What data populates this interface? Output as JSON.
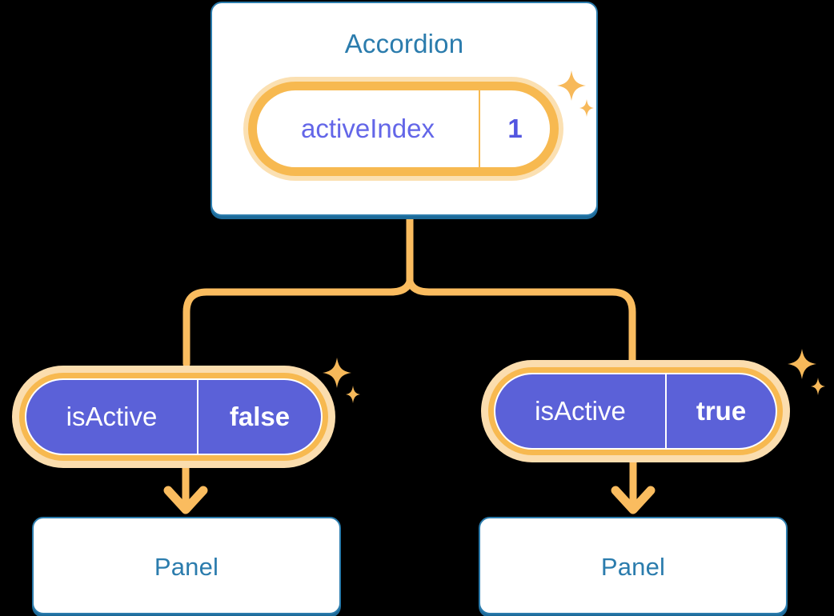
{
  "diagram": {
    "type": "react-component-state-tree",
    "palette": {
      "background": "#000000",
      "card_bg": "#ffffff",
      "card_border": "#2b7cad",
      "card_shadow": "#1d6a99",
      "title_text": "#2b7cad",
      "pill_ring": "#f7b950",
      "pill_halo": "#fbddae",
      "pill_solid_fill": "#5b61d8",
      "pill_key_text_light": "#6366e8",
      "pill_value_text_light": "#5356e0",
      "pill_text_on_solid": "#ffffff",
      "connector": "#fabc5f",
      "sparkle": "#f7b95a"
    },
    "root": {
      "title": "Accordion",
      "state": {
        "key": "activeIndex",
        "value": "1"
      }
    },
    "children": [
      {
        "prop": {
          "key": "isActive",
          "value": "false"
        },
        "title": "Panel"
      },
      {
        "prop": {
          "key": "isActive",
          "value": "true"
        },
        "title": "Panel"
      }
    ],
    "icons": {
      "sparkle_large": "sparkle-icon",
      "sparkle_small": "sparkle-small-icon",
      "arrow": "arrow-down-icon",
      "branch": "branch-connector"
    }
  }
}
